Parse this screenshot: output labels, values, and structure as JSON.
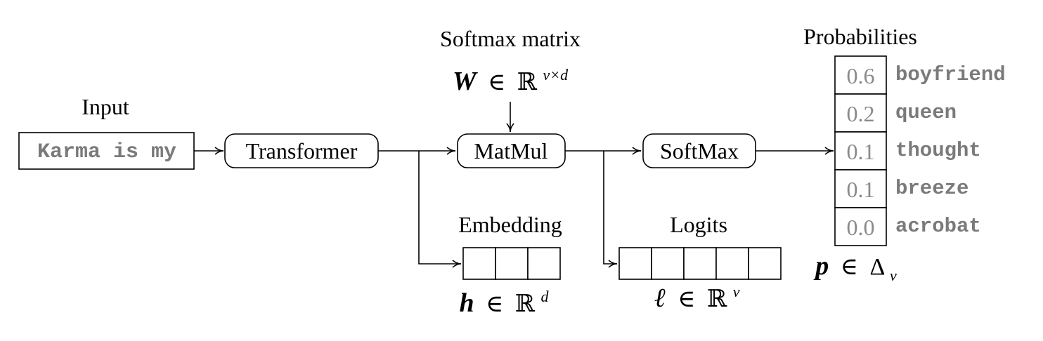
{
  "input": {
    "title": "Input",
    "text": "Karma is my"
  },
  "nodes": {
    "transformer": "Transformer",
    "matmul": "MatMul",
    "softmax": "SoftMax"
  },
  "softmax_matrix": {
    "title": "Softmax matrix",
    "symbol": "W",
    "in": "∈",
    "space": "ℝ",
    "sup": "v×d"
  },
  "embedding": {
    "title": "Embedding",
    "cells": 3,
    "symbol": "h",
    "in": "∈",
    "space": "ℝ",
    "sup": "d"
  },
  "logits": {
    "title": "Logits",
    "cells": 5,
    "symbol": "ℓ",
    "in": "∈",
    "space": "ℝ",
    "sup": "v"
  },
  "probabilities": {
    "title": "Probabilities",
    "symbol": "p",
    "in": "∈",
    "space": "Δ",
    "sub": "v",
    "rows": [
      {
        "value": "0.6",
        "token": "boyfriend"
      },
      {
        "value": "0.2",
        "token": "queen"
      },
      {
        "value": "0.1",
        "token": "thought"
      },
      {
        "value": "0.1",
        "token": "breeze"
      },
      {
        "value": "0.0",
        "token": "acrobat"
      }
    ]
  }
}
